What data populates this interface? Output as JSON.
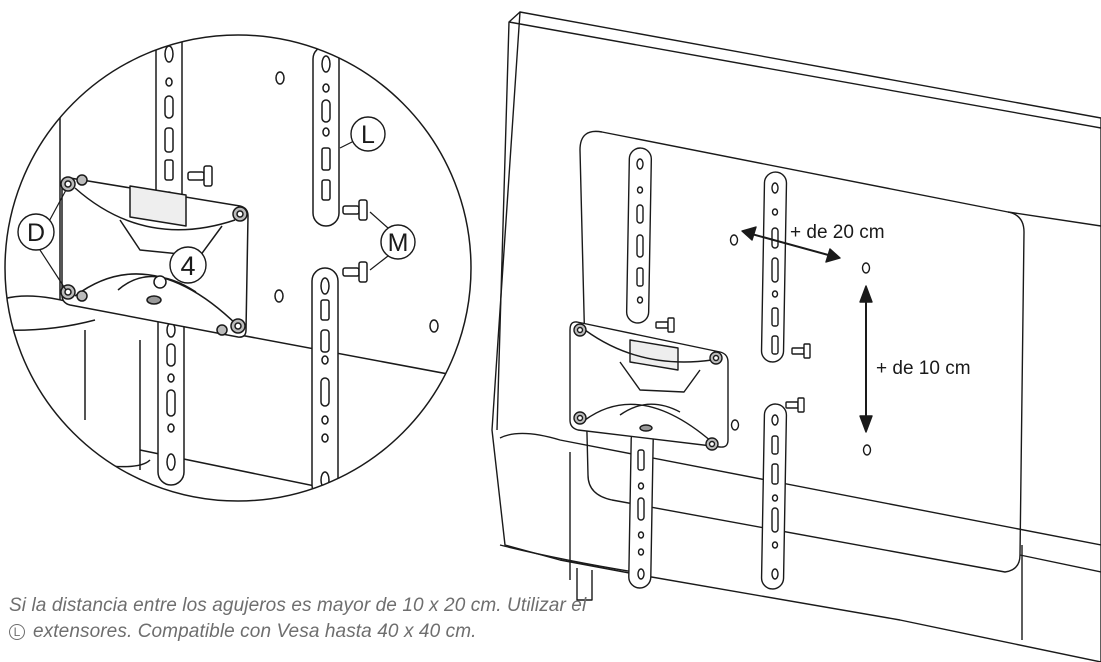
{
  "callouts": {
    "extender": "L",
    "nut": "D",
    "screw": "M",
    "step": "4"
  },
  "dimensions": {
    "horizontal": "+ de 20 cm",
    "vertical": "+ de 10 cm"
  },
  "caption": {
    "line1": "Si la distancia entre los agujeros es mayor de 10 x 20 cm. Utilizar el",
    "line2": "extensores. Compatible con Vesa hasta 40 x 40 cm.",
    "badge": "L"
  },
  "colors": {
    "line": "#1a1a1a",
    "caption": "#6e6e6e",
    "fill": "#ffffff",
    "shade": "#d6d6d6"
  }
}
